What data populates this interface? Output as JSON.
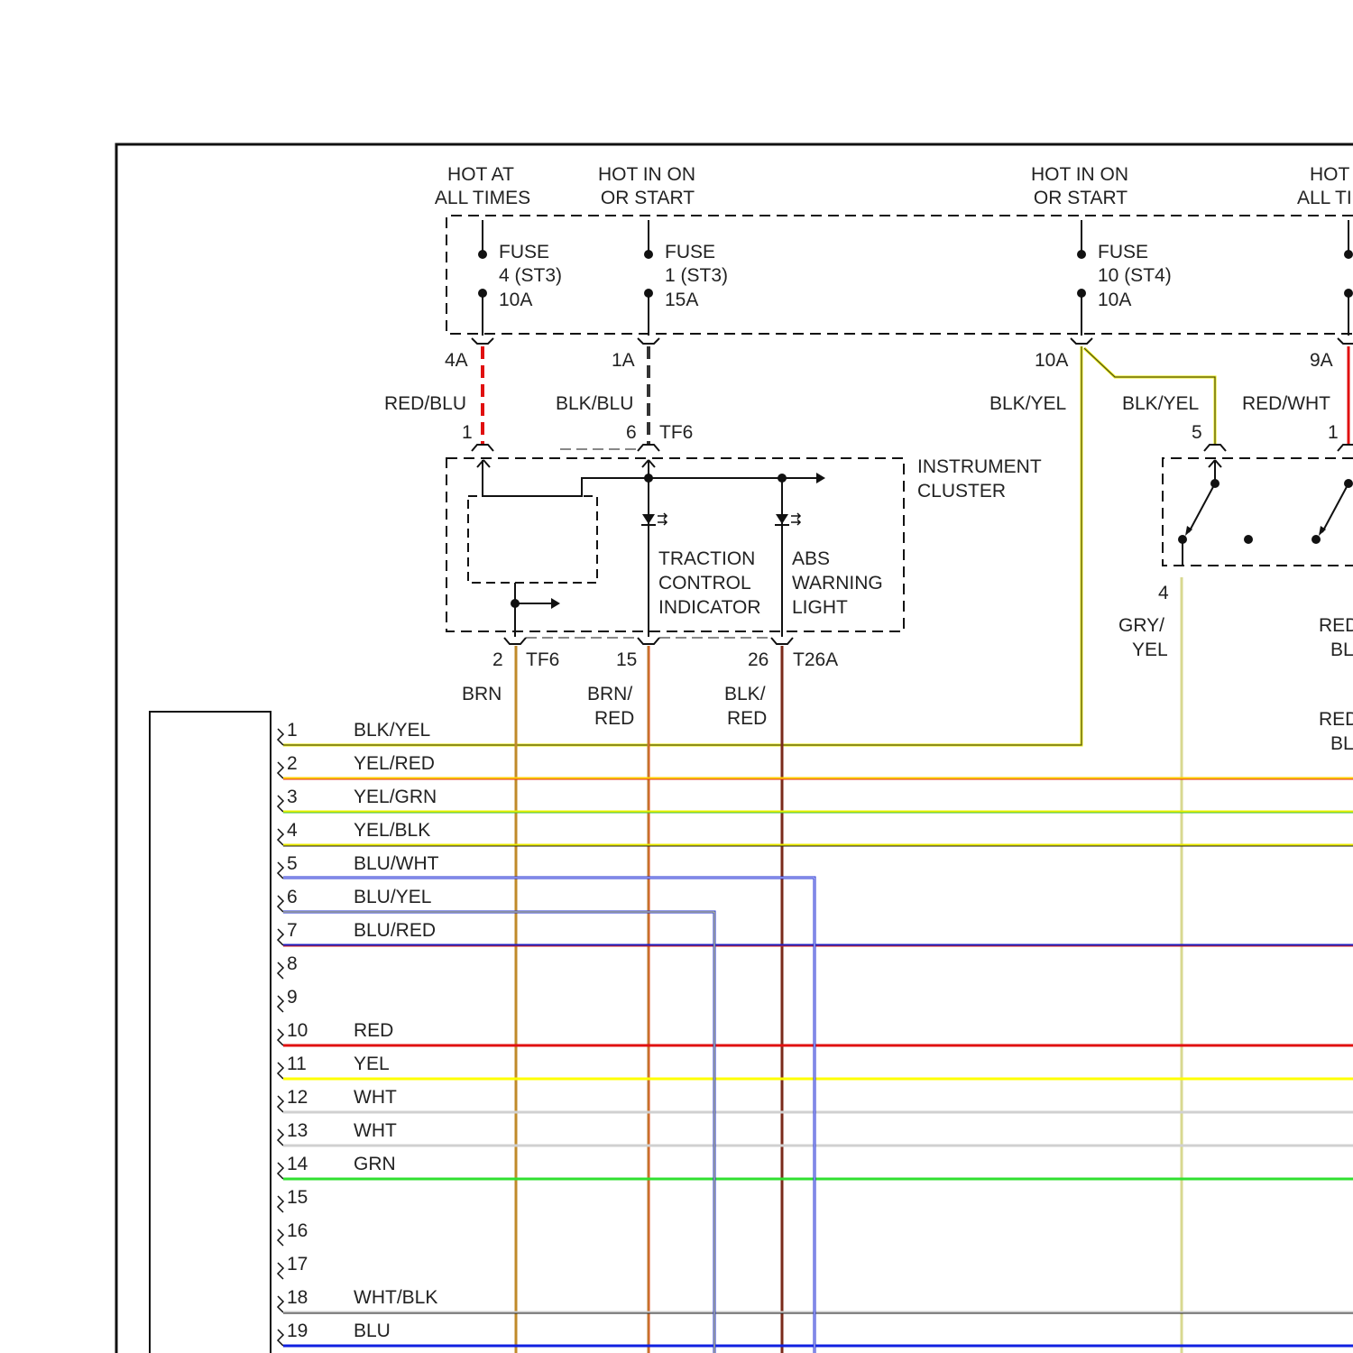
{
  "power_sources": [
    {
      "line1": "HOT AT",
      "line2": "ALL TIMES"
    },
    {
      "line1": "HOT IN ON",
      "line2": "OR START"
    },
    {
      "line1": "HOT IN ON",
      "line2": "OR START"
    },
    {
      "line1": "HOT",
      "line2": "ALL TI"
    }
  ],
  "fuses": [
    {
      "line1": "FUSE",
      "line2": "4 (ST3)",
      "line3": "10A"
    },
    {
      "line1": "FUSE",
      "line2": "1 (ST3)",
      "line3": "15A"
    },
    {
      "line1": "FUSE",
      "line2": "10 (ST4)",
      "line3": "10A"
    }
  ],
  "fuse_terminals": [
    "4A",
    "1A",
    "10A",
    "9A"
  ],
  "wire_labels": {
    "red_blu": "RED/BLU",
    "blk_blu": "BLK/BLU",
    "blk_yel_a": "BLK/YEL",
    "blk_yel_b": "BLK/YEL",
    "red_wht": "RED/WHT",
    "brn": "BRN",
    "brn_red_1": "BRN/",
    "brn_red_2": "RED",
    "blk_red_1": "BLK/",
    "blk_red_2": "RED",
    "gry_yel_1": "GRY/",
    "gry_yel_2": "YEL",
    "red_bl_a1": "RED",
    "red_bl_a2": "BL",
    "red_bl_b1": "RED",
    "red_bl_b2": "BL"
  },
  "pins": {
    "p1": "1",
    "p6": "6",
    "tf6_top": "TF6",
    "p5": "5",
    "p1b": "1",
    "p2": "2",
    "tf6_bottom": "TF6",
    "p15": "15",
    "p26": "26",
    "t26a": "T26A",
    "p4": "4"
  },
  "instrument_cluster": {
    "title_1": "INSTRUMENT",
    "title_2": "CLUSTER",
    "traction_1": "TRACTION",
    "traction_2": "CONTROL",
    "traction_3": "INDICATOR",
    "abs_1": "ABS",
    "abs_2": "WARNING",
    "abs_3": "LIGHT"
  },
  "connector_pins": [
    {
      "num": "1",
      "label": "BLK/YEL",
      "color": "#e8e800",
      "tracer": "#222222"
    },
    {
      "num": "2",
      "label": "YEL/RED",
      "color": "#ffd000",
      "tracer": "#e03020"
    },
    {
      "num": "3",
      "label": "YEL/GRN",
      "color": "#e8f000",
      "tracer": "#40c040"
    },
    {
      "num": "4",
      "label": "YEL/BLK",
      "color": "#e8e800",
      "tracer": "#222222"
    },
    {
      "num": "5",
      "label": "BLU/WHT",
      "color": "#2030d0",
      "tracer": ""
    },
    {
      "num": "6",
      "label": "BLU/YEL",
      "color": "#2030d0",
      "tracer": ""
    },
    {
      "num": "7",
      "label": "BLU/RED",
      "color": "#2020c0",
      "tracer": "#d02020"
    },
    {
      "num": "8",
      "label": "",
      "color": "",
      "tracer": ""
    },
    {
      "num": "9",
      "label": "",
      "color": "",
      "tracer": ""
    },
    {
      "num": "10",
      "label": "RED",
      "color": "#e01010",
      "tracer": ""
    },
    {
      "num": "11",
      "label": "YEL",
      "color": "#ffff00",
      "tracer": ""
    },
    {
      "num": "12",
      "label": "WHT",
      "color": "#d0d0d0",
      "tracer": ""
    },
    {
      "num": "13",
      "label": "WHT",
      "color": "#d0d0d0",
      "tracer": ""
    },
    {
      "num": "14",
      "label": "GRN",
      "color": "#30e030",
      "tracer": ""
    },
    {
      "num": "15",
      "label": "",
      "color": "",
      "tracer": ""
    },
    {
      "num": "16",
      "label": "",
      "color": "",
      "tracer": ""
    },
    {
      "num": "17",
      "label": "",
      "color": "",
      "tracer": ""
    },
    {
      "num": "18",
      "label": "WHT/BLK",
      "color": "#c8c8c8",
      "tracer": "#222222"
    },
    {
      "num": "19",
      "label": "BLU",
      "color": "#1020e0",
      "tracer": ""
    }
  ],
  "colors": {
    "red": "#e01010",
    "black": "#222222",
    "yellow": "#e8e800",
    "brown": "#c08a2a",
    "brown_red": "#c07030",
    "blk_red": "#7a2a1a",
    "gry_yel": "#d8d890",
    "blue": "#2030d0"
  }
}
